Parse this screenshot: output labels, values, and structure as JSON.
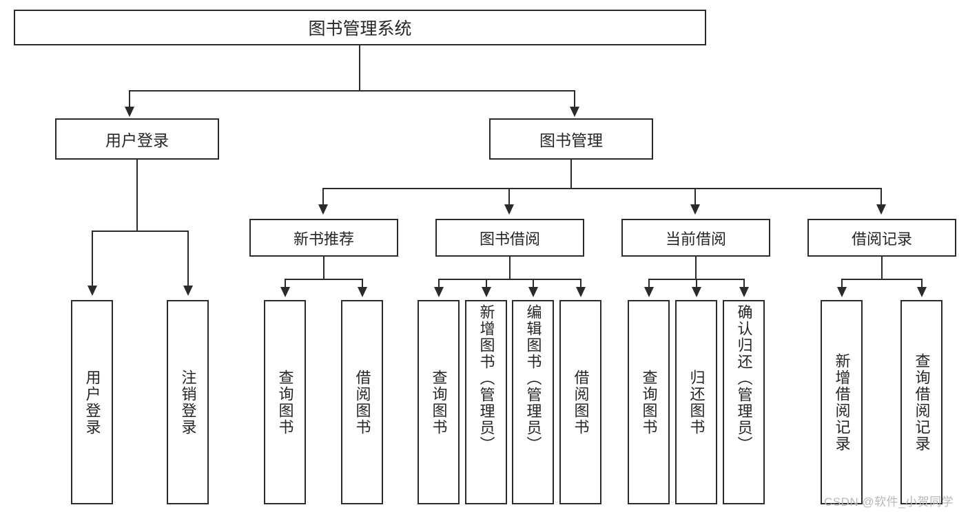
{
  "diagram": {
    "title": "图书管理系统",
    "type": "hierarchy-tree",
    "root": {
      "label": "图书管理系统"
    },
    "level2": [
      {
        "label": "用户登录"
      },
      {
        "label": "图书管理"
      }
    ],
    "level3": [
      {
        "label": "新书推荐"
      },
      {
        "label": "图书借阅"
      },
      {
        "label": "当前借阅"
      },
      {
        "label": "借阅记录"
      }
    ],
    "leaves": {
      "user_login": [
        {
          "label": "用户登录"
        },
        {
          "label": "注销登录"
        }
      ],
      "new_book_recommend": [
        {
          "label": "查询图书"
        },
        {
          "label": "借阅图书"
        }
      ],
      "book_borrow": [
        {
          "label": "查询图书"
        },
        {
          "label": "新增图书（管理员）"
        },
        {
          "label": "编辑图书（管理员）"
        },
        {
          "label": "借阅图书"
        }
      ],
      "current_borrow": [
        {
          "label": "查询图书"
        },
        {
          "label": "归还图书"
        },
        {
          "label": "确认归还（管理员）"
        }
      ],
      "borrow_record": [
        {
          "label": "新增借阅记录"
        },
        {
          "label": "查询借阅记录"
        }
      ]
    }
  },
  "watermark": {
    "text": "CSDN @软件_小贺同学"
  },
  "colors": {
    "stroke": "#2b2b2b",
    "text": "#262626",
    "background": "#ffffff",
    "watermark": "#b8b8b8"
  }
}
